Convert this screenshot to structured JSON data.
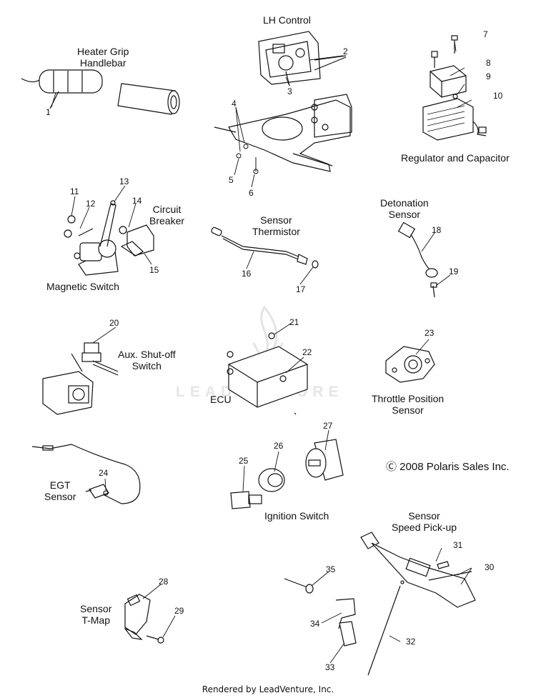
{
  "title_labels": {
    "heater_grip": "Heater Grip\nHandlebar",
    "lh_control": "LH Control",
    "regulator": "Regulator and Capacitor",
    "circuit_breaker": "Circuit\nBreaker",
    "magnetic_switch": "Magnetic Switch",
    "sensor_thermistor": "Sensor\nThermistor",
    "detonation_sensor": "Detonation\nSensor",
    "aux_shutoff": "Aux. Shut-off\nSwitch",
    "ecu": "ECU",
    "throttle_position": "Throttle Position\nSensor",
    "egt_sensor": "EGT\nSensor",
    "ignition_switch": "Ignition Switch",
    "speed_pickup": "Sensor\nSpeed Pick-up",
    "tmap": "Sensor\nT-Map"
  },
  "copyright": "Ⓒ 2008 Polaris Sales Inc.",
  "watermark": "LEADVENTURE",
  "footer": "Rendered by LeadVenture, Inc.",
  "callouts": [
    "1",
    "2",
    "3",
    "4",
    "5",
    "6",
    "7",
    "8",
    "9",
    "10",
    "11",
    "12",
    "13",
    "14",
    "15",
    "16",
    "17",
    "18",
    "19",
    "20",
    "21",
    "22",
    "23",
    "24",
    "25",
    "26",
    "27",
    "28",
    "29",
    "30",
    "31",
    "32",
    "33",
    "34",
    "35"
  ]
}
